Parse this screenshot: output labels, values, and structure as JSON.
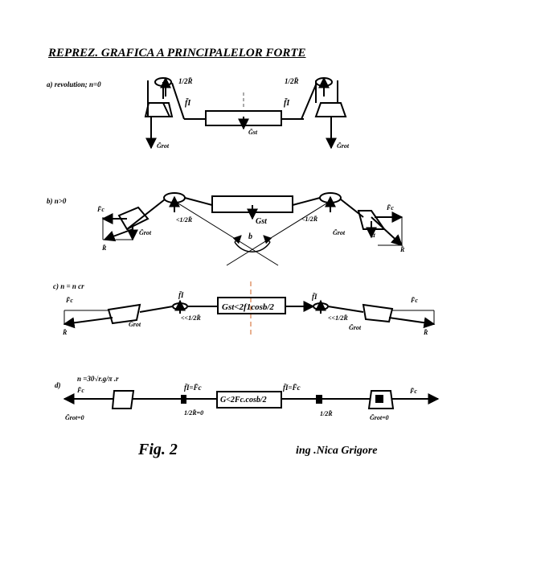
{
  "title": "REPREZ. GRAFICA  A PRINCIPALELOR FORTE",
  "panel_a": {
    "label": "a) revolution; n=0",
    "half_r_left": "1/2R̄",
    "half_r_right": "1/2R̄",
    "fi_left": "f̄I",
    "fi_right": "f̄I",
    "gst": "Ḡst",
    "grot_left": "Ḡrot",
    "grot_right": "Ḡrot"
  },
  "panel_b": {
    "label": "b)     n>0",
    "fc_left": "F̄c",
    "fc_right": "F̄c",
    "grot_left": "Ḡrot",
    "grot_right": "Ḡrot",
    "r_left": "R̄",
    "r_right": "R̄",
    "half_r_left": "<1/2R̄",
    "half_r_right": "<1/2R̄",
    "gst": "Gst",
    "angle_b": "b",
    "alpha": "α"
  },
  "panel_c": {
    "label": "c)       n = n cr",
    "fc_left": "F̄c",
    "fc_right": "F̄c",
    "r_left": "R̄",
    "r_right": "R̄",
    "grot_left": "Ḡrot",
    "grot_right": "Ḡrot",
    "fi_left": "f̄I",
    "fi_right": "f̄I",
    "half_r_left": "<<1/2R̄",
    "half_r_right": "<<1/2R̄",
    "box_text": "Gst<2f1cosb/2"
  },
  "panel_d": {
    "label": "d)",
    "formula": "n  =30√r.g/π .r",
    "fc_left": "F̄c",
    "fc_right": "F̄c",
    "fi_fc_left": "f̄I=F̄c",
    "fi_fc_right": "f̄I=F̄c",
    "half_r_left": "1/2R̄=0",
    "half_r_right": "1/2R̄",
    "grot_left": "Ḡrot=0",
    "grot_right": "Ḡrot=0",
    "box_text": "G<2Fc.cosb/2"
  },
  "caption": "Fig. 2",
  "author": "ing .Nica Grigore"
}
